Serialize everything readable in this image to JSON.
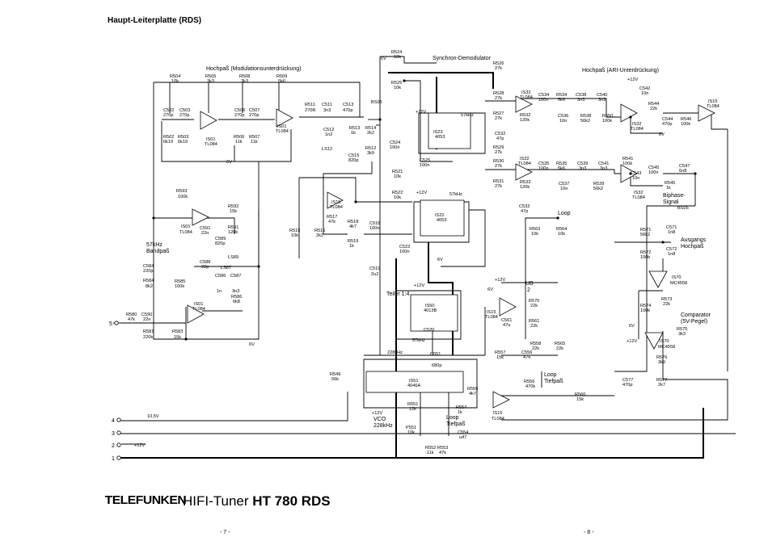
{
  "heading": "Haupt-Leiterplatte (RDS)",
  "footer": {
    "brand": "TELEFUNKEN",
    "model_prefix": "HIFI-Tuner ",
    "model": "HT 780 RDS",
    "page_left": "- 7 -",
    "page_right": "- 8 -"
  },
  "blocks": {
    "hp_mod": "Hochpaß (Modulationsunterdrückung)",
    "sync_demod": "Synchron-Demodulator",
    "hp_ari": "Hochpaß (ARI-Unterdrückung)",
    "bandpass_1": "57kHz",
    "bandpass_2": "Bandpaß",
    "biphase_1": "Biphase-",
    "biphase_2": "Signal",
    "out_hp_1": "Ausgangs",
    "out_hp_2": "Hochpaß",
    "comp_1": "Comparator",
    "comp_2": "(5V-Pegel)",
    "teiler": "Teiler 1:4",
    "vco_1": "VCO",
    "vco_2": "228kHz",
    "loop_tp_1": "Loop",
    "loop_tp_2": "Tiefpaß",
    "loop_tp2_1": "Loop",
    "loop_tp2_2": "Tiefpaß",
    "loop": "Loop",
    "ub": "UB",
    "ub2": "2"
  },
  "ics": {
    "is01": "IS01",
    "tl084": "TL084",
    "is15": "IS15",
    "is22": "IS22",
    "is23": "IS23",
    "is32": "IS32",
    "is50": "IS50",
    "is51": "IS51",
    "is70": "IS70",
    "ic4053": "4053",
    "ic4013": "4013B",
    "ic4046": "4046A",
    "mc4558": "MC4558"
  },
  "signals": {
    "f57": "57kHz",
    "f228": "228kHz",
    "plus12": "+12V",
    "v6": "6V",
    "v10_5": "10,5V",
    "bs05": "BS05",
    "bs06": "BS06"
  },
  "parts": {
    "r524": "R524",
    "r524v": "10k",
    "r525": "R525",
    "r525v": "10k",
    "r526": "R526",
    "r526v": "27k",
    "r504": "R504",
    "r504v": "10k",
    "r505": "R505",
    "r505v": "3k3",
    "r508": "R508",
    "r508v": "3k3",
    "r509": "R509",
    "r509v": "5k6",
    "c502": "C502",
    "c502v": "270p",
    "c503": "C503",
    "c503v": "270p",
    "c506": "C506",
    "c506v": "270p",
    "c507": "C507",
    "c507v": "270p",
    "r511": "R511",
    "r511v": "270R",
    "c511": "C511",
    "c511v": "3n3",
    "c513": "C513",
    "c513v": "470p",
    "r502": "R502",
    "r502v": "6k19",
    "r503": "R503",
    "r503v": "6k19",
    "r506": "R506",
    "r506v": "11k",
    "r507": "R507",
    "r507v": "11k",
    "c512": "C512",
    "c512v": "1n2",
    "r513": "R513",
    "r513v": "1k",
    "r514": "R514",
    "r514v": "2k2",
    "ls12": "LS12",
    "c515": "C515",
    "c515v": "820p",
    "r512": "R512",
    "r512v": "3k9",
    "c524": "C524",
    "c524v": "100n",
    "c525": "C525",
    "c525v": "100n",
    "r528": "R528",
    "r528v": "27k",
    "r527": "R527",
    "r527v": "27k",
    "r532": "R532",
    "r532v": "120k",
    "c534": "C534",
    "c534v": "100n",
    "r534": "R534",
    "r534v": "5k6",
    "c538": "C538",
    "c538v": "3n3",
    "c540": "C540",
    "c540v": "3n3",
    "c536": "C536",
    "c536v": "10n",
    "r538": "R538",
    "r538v": "56k2",
    "r550": "R550",
    "r550v": "100k",
    "c542": "C542",
    "c542v": "10n",
    "r544": "R544",
    "r544v": "22k",
    "c544": "C544",
    "c544v": "470p",
    "r546": "R546",
    "r546v": "100k",
    "c532": "C532",
    "c532v": "47p",
    "r529": "R529",
    "r529v": "27k",
    "r530": "R530",
    "r530v": "27k",
    "r533": "R533",
    "r533v": "120k",
    "r531": "R531",
    "r531v": "27k",
    "c535": "C535",
    "c535v": "100n",
    "r535": "R535",
    "r535v": "5k6",
    "c539": "C539",
    "c539v": "3n3",
    "c541": "C541",
    "c541v": "3n3",
    "c537": "C537",
    "c537v": "10n",
    "r539": "R539",
    "r539v": "56k2",
    "r541": "R541",
    "r541v": "100k",
    "c543": "C543",
    "c543v": "10n",
    "c545": "C545",
    "c545v": "100n",
    "c547": "C547",
    "c547v": "6n8",
    "r545": "R545",
    "r545v": "1k",
    "c533": "C533",
    "c533v": "47p",
    "r521": "R521",
    "r521v": "10k",
    "r522": "R522",
    "r522v": "10k",
    "r593": "R593",
    "r593v": "100k",
    "r592": "R592",
    "r592v": "15k",
    "r591": "R591",
    "r591v": "120k",
    "c591": "C591",
    "c591v": "22n",
    "c589": "C589",
    "c589v": "820p",
    "ls89": "LS89",
    "r517": "R517",
    "r517v": "47k",
    "r515": "R515",
    "r515v": "10k",
    "r516": "R516",
    "r516v": "2k2",
    "r518": "R518",
    "r518v": "4k7",
    "r519": "R519",
    "r519v": "1k",
    "c518": "C518",
    "c518v": "100n",
    "c522": "C522",
    "c522v": "100n",
    "c519": "C519",
    "c519v": "2u2",
    "c584": "C584",
    "c584v": "220p",
    "r584": "R584",
    "r584v": "8k2",
    "r585": "R585",
    "r585v": "100k",
    "c588": "C588",
    "c588v": "22p",
    "ls87": "LS87",
    "c586": "C586",
    "c586v": "1n",
    "c587": "C587",
    "c587v": "3n3",
    "r586": "R586",
    "r586v": "6k8",
    "r580": "R580",
    "r580v": "47k",
    "c590": "C590",
    "c590v": "22n",
    "r581": "R581",
    "r581v": "220k",
    "r583": "R583",
    "r583v": "15k",
    "r563": "R563",
    "r563v": "10k",
    "r564": "R564",
    "r564v": "10k",
    "r571": "R571",
    "r571v": "56k2",
    "c571": "C571",
    "c571v": "1n8",
    "r572": "R572",
    "r572v": "100k",
    "c572": "C572",
    "c572v": "1n8",
    "r570": "R570",
    "r570v": "22k",
    "c561": "C561",
    "c561v": "47u",
    "r561": "R561",
    "r561v": "22k",
    "r574": "R574",
    "r574v": "100k",
    "r573": "R573",
    "r573v": "22k",
    "r575": "R575",
    "r575v": "3k3",
    "r576": "R576",
    "r576v": "3k9",
    "r577": "R577",
    "r577v": "2k7",
    "c577": "C577",
    "c577v": "470p",
    "r557": "R557",
    "r557v": "15k",
    "c556": "C556",
    "c556v": "47n",
    "r558": "R558",
    "r558v": "22k",
    "r565": "R565",
    "r565v": "22k",
    "r556": "R556",
    "r556v": "470k",
    "r566": "R566",
    "r566v": "15k",
    "c551": "C551",
    "c551v": "680p",
    "r549": "R549",
    "r549v": "56k",
    "r555": "R555",
    "r555v": "4k7",
    "r554": "R554",
    "r554v": "1k",
    "r551": "R551",
    "r551v": "12k",
    "c554": "C554",
    "c554v": "u47",
    "p551": "P551",
    "p551v": "10k",
    "r552": "R552",
    "r552v": "11k",
    "r553": "R553",
    "r553v": "47k",
    "c520": "C520"
  },
  "connector": {
    "p1": "1",
    "p2": "2",
    "p3": "3",
    "p4": "4",
    "p5": "5",
    "p2_label": "+12V"
  }
}
